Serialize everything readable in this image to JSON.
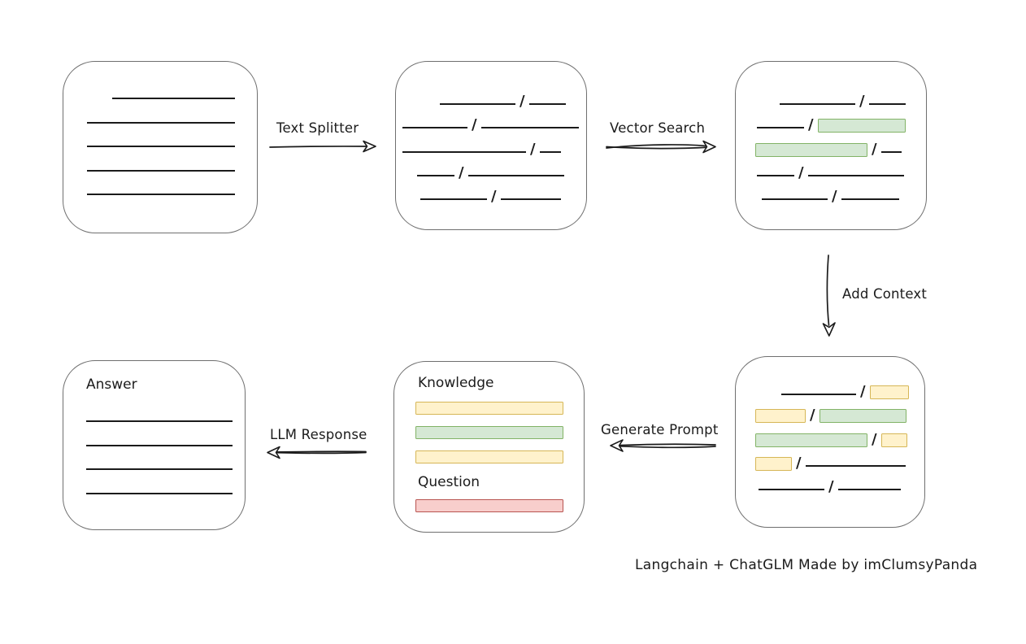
{
  "palette": {
    "ink": "#1b1b1b",
    "box_border": "#6f6f6f",
    "green": {
      "fill": "#d5e8d4",
      "border": "#82b366"
    },
    "yellow": {
      "fill": "#fff2cc",
      "border": "#d6b656"
    },
    "red": {
      "fill": "#f8cecc",
      "border": "#b85450"
    }
  },
  "separator": "/",
  "labels": {
    "text_splitter": "Text Splitter",
    "vector_search": "Vector Search",
    "add_context": "Add Context",
    "generate_prompt": "Generate Prompt",
    "llm_response": "LLM Response"
  },
  "boxes": {
    "document": {
      "plain_lines": 5,
      "first_line_indent": 31
    },
    "split_chunks": {
      "rows": [
        {
          "indent": 46,
          "left": {
            "kind": "line",
            "w": 93
          },
          "right": {
            "kind": "line",
            "w": 45
          }
        },
        {
          "indent": 0,
          "left": {
            "kind": "line",
            "w": 80
          },
          "right": {
            "kind": "line",
            "w": 120
          }
        },
        {
          "indent": 0,
          "left": {
            "kind": "line",
            "w": 152
          },
          "right": {
            "kind": "line",
            "w": 26
          }
        },
        {
          "indent": 18,
          "left": {
            "kind": "line",
            "w": 46
          },
          "right": {
            "kind": "line",
            "w": 118
          }
        },
        {
          "indent": 22,
          "left": {
            "kind": "line",
            "w": 82
          },
          "right": {
            "kind": "line",
            "w": 74
          }
        }
      ]
    },
    "matched_chunks": {
      "rows": [
        {
          "indent": 46,
          "left": {
            "kind": "line",
            "w": 93
          },
          "right": {
            "kind": "line",
            "w": 45
          }
        },
        {
          "indent": 18,
          "left": {
            "kind": "line",
            "w": 58
          },
          "right": {
            "kind": "green",
            "w": 108
          }
        },
        {
          "indent": 16,
          "left": {
            "kind": "green",
            "w": 138
          },
          "right": {
            "kind": "line",
            "w": 25
          }
        },
        {
          "indent": 18,
          "left": {
            "kind": "line",
            "w": 46
          },
          "right": {
            "kind": "line",
            "w": 118
          }
        },
        {
          "indent": 24,
          "left": {
            "kind": "line",
            "w": 81
          },
          "right": {
            "kind": "line",
            "w": 71
          }
        }
      ]
    },
    "context_chunks": {
      "rows": [
        {
          "indent": 48,
          "left": {
            "kind": "line",
            "w": 92
          },
          "right": {
            "kind": "yellow",
            "w": 48
          }
        },
        {
          "indent": 16,
          "left": {
            "kind": "yellow",
            "w": 62
          },
          "right": {
            "kind": "green",
            "w": 107
          }
        },
        {
          "indent": 16,
          "left": {
            "kind": "green",
            "w": 138
          },
          "right": {
            "kind": "yellow",
            "w": 32
          }
        },
        {
          "indent": 16,
          "left": {
            "kind": "yellow",
            "w": 45
          },
          "right": {
            "kind": "line",
            "w": 123
          }
        },
        {
          "indent": 20,
          "left": {
            "kind": "line",
            "w": 81
          },
          "right": {
            "kind": "line",
            "w": 77
          }
        }
      ]
    },
    "prompt": {
      "knowledge_label": "Knowledge",
      "question_label": "Question",
      "knowledge_bars": [
        "yellow",
        "green",
        "yellow"
      ],
      "question_bars": [
        "red"
      ]
    },
    "answer": {
      "label": "Answer",
      "plain_lines": 4
    }
  },
  "caption": "Langchain + ChatGLM Made by imClumsyPanda"
}
